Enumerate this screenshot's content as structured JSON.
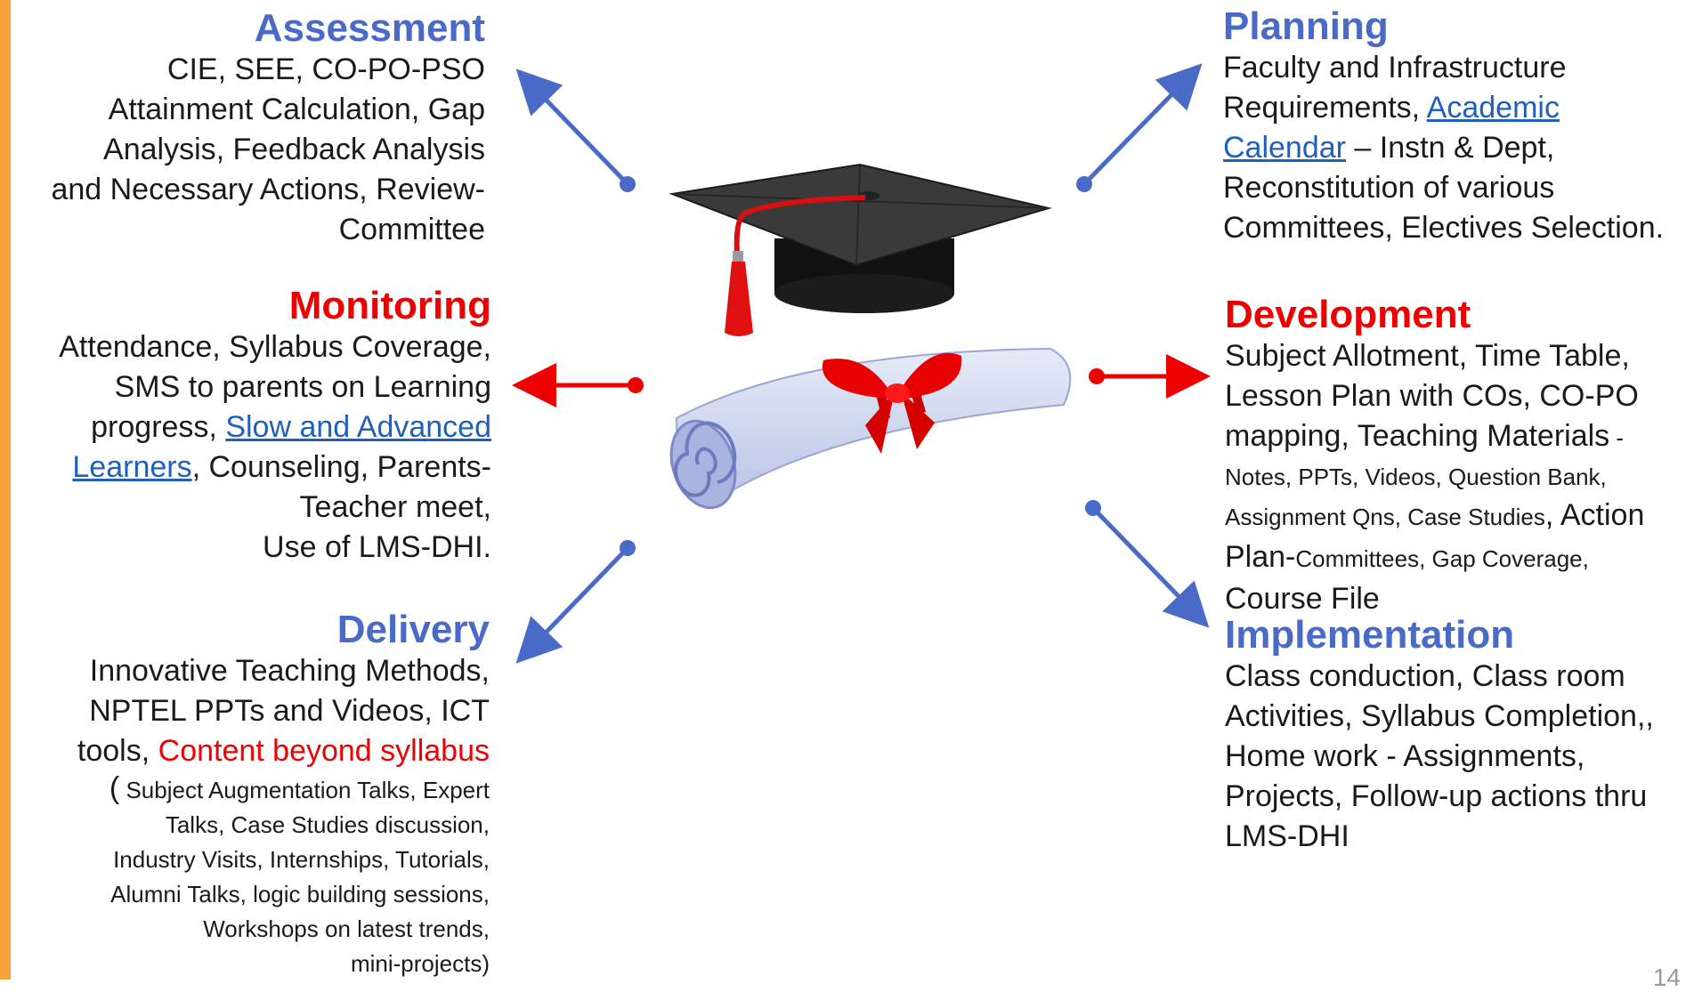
{
  "colors": {
    "accent_bar": "#f7a23a",
    "blue_heading": "#4a6ac8",
    "red_heading": "#ee0000",
    "link": "#1f5fbf"
  },
  "assessment": {
    "title": "Assessment",
    "lines": [
      "CIE, SEE, CO-PO-PSO",
      "Attainment Calculation, Gap",
      "Analysis, Feedback Analysis",
      "and Necessary Actions, Review-",
      "Committee"
    ]
  },
  "monitoring": {
    "title": "Monitoring",
    "l1": "Attendance, Syllabus Coverage,",
    "l2": "SMS to parents on Learning",
    "l3_pre": "progress, ",
    "link_part1": "Slow and Advanced",
    "link_part2": "Learners",
    "l4_post": ", Counseling, Parents-",
    "l5": "Teacher meet,",
    "l6": "Use of LMS-DHI."
  },
  "delivery": {
    "title": "Delivery",
    "l1": "Innovative Teaching Methods,",
    "l2": "NPTEL PPTs and Videos, ICT",
    "l3_pre": "tools, ",
    "l3_red": "Content beyond syllabus",
    "paren": "(",
    "small_lines": [
      " Subject Augmentation Talks, Expert",
      "Talks, Case Studies discussion,",
      "Industry Visits, Internships, Tutorials,",
      "Alumni Talks, logic building sessions,",
      "Workshops on latest trends,",
      "mini-projects)"
    ]
  },
  "planning": {
    "title": "Planning",
    "l1": "Faculty and Infrastructure",
    "l2_pre": "Requirements, ",
    "link_part1": "Academic",
    "link_part2": "Calendar",
    "l3_post": " – Instn & Dept,",
    "l4": "Reconstitution of various",
    "l5": "Committees, Electives Selection."
  },
  "development": {
    "title": "Development",
    "l1": "Subject Allotment, Time Table,",
    "l2": "Lesson Plan with COs, CO-PO",
    "l3": "mapping, Teaching Materials",
    "l3_small": " -",
    "l4_small": "Notes, PPTs, Videos, Question Bank,",
    "l5_small": "Assignment Qns, Case Studies",
    "l5_big": ", Action",
    "l6_big": "Plan-",
    "l6_small": "Committees, Gap Coverage,",
    "l7": "Course File"
  },
  "implementation": {
    "title": "Implementation",
    "lines": [
      "Class conduction, Class room",
      "Activities, Syllabus Completion,,",
      "Home work - Assignments,",
      "Projects, Follow-up actions thru",
      "LMS-DHI"
    ]
  },
  "page_number": "14"
}
